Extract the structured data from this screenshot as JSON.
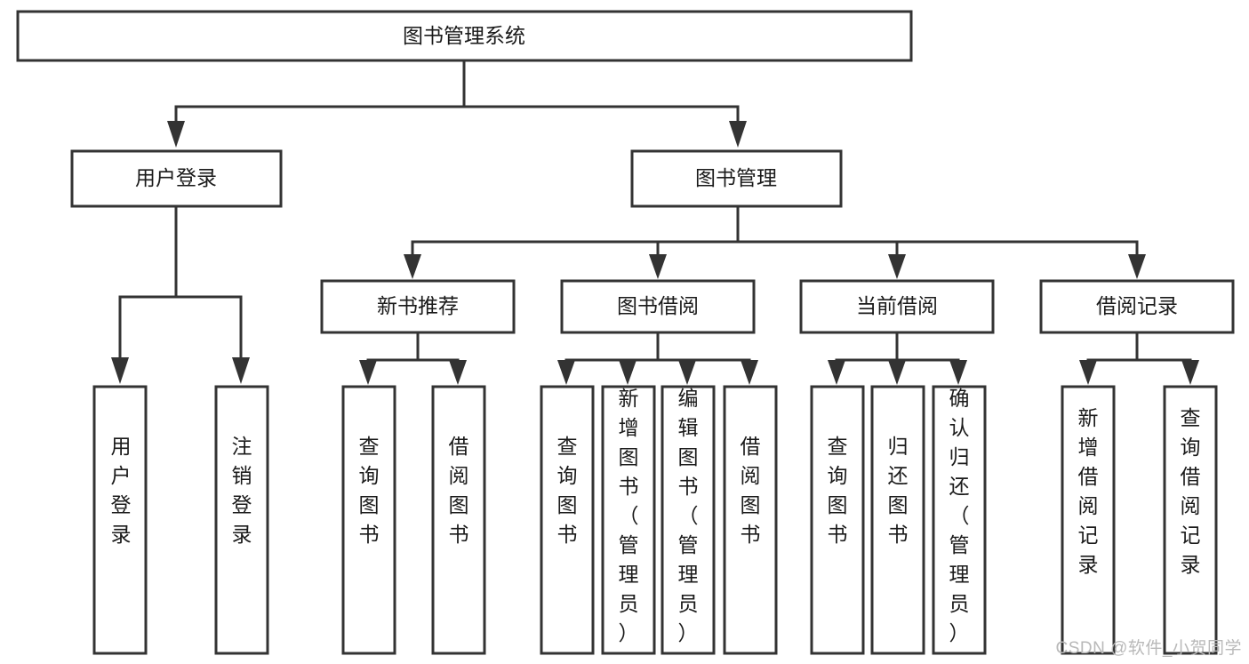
{
  "diagram": {
    "title": "图书管理系统",
    "type": "tree-hierarchy-chart",
    "watermark": "CSDN @软件_小贺同学",
    "colors": {
      "stroke": "#333333",
      "fill": "#ffffff",
      "text": "#1a1a1a",
      "watermark": "#b9b9b9"
    },
    "nodes": {
      "root": {
        "label": "图书管理系统",
        "orientation": "horizontal"
      },
      "level2": [
        {
          "id": "user-login",
          "label": "用户登录",
          "orientation": "horizontal"
        },
        {
          "id": "book-manage",
          "label": "图书管理",
          "orientation": "horizontal"
        }
      ],
      "level3": [
        {
          "id": "new-book-recommend",
          "label": "新书推荐",
          "orientation": "horizontal"
        },
        {
          "id": "book-borrow",
          "label": "图书借阅",
          "orientation": "horizontal"
        },
        {
          "id": "current-borrow",
          "label": "当前借阅",
          "orientation": "horizontal"
        },
        {
          "id": "borrow-record",
          "label": "借阅记录",
          "orientation": "horizontal"
        }
      ],
      "leaves": {
        "user-login": [
          {
            "id": "leaf-user-login",
            "label": "用户登录",
            "orientation": "vertical"
          },
          {
            "id": "leaf-user-logout",
            "label": "注销登录",
            "orientation": "vertical"
          }
        ],
        "new-book-recommend": [
          {
            "id": "leaf-query-book-1",
            "label": "查询图书",
            "orientation": "vertical"
          },
          {
            "id": "leaf-borrow-book-1",
            "label": "借阅图书",
            "orientation": "vertical"
          }
        ],
        "book-borrow": [
          {
            "id": "leaf-query-book-2",
            "label": "查询图书",
            "orientation": "vertical"
          },
          {
            "id": "leaf-add-book",
            "label": "新增图书（管理员）",
            "orientation": "vertical"
          },
          {
            "id": "leaf-edit-book",
            "label": "编辑图书（管理员）",
            "orientation": "vertical"
          },
          {
            "id": "leaf-borrow-book-2",
            "label": "借阅图书",
            "orientation": "vertical"
          }
        ],
        "current-borrow": [
          {
            "id": "leaf-query-book-3",
            "label": "查询图书",
            "orientation": "vertical"
          },
          {
            "id": "leaf-return-book",
            "label": "归还图书",
            "orientation": "vertical"
          },
          {
            "id": "leaf-confirm-return",
            "label": "确认归还（管理员）",
            "orientation": "vertical"
          }
        ],
        "borrow-record": [
          {
            "id": "leaf-add-record",
            "label": "新增借阅记录",
            "orientation": "vertical"
          },
          {
            "id": "leaf-query-record",
            "label": "查询借阅记录",
            "orientation": "vertical"
          }
        ]
      }
    }
  }
}
